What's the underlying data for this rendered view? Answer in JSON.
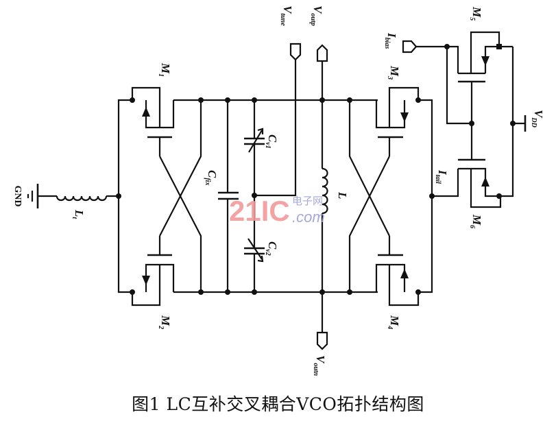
{
  "figure": {
    "caption": "图1  LC互补交叉耦合VCO拓扑结构图",
    "watermark": {
      "number": "21IC",
      "chinese": "电子网",
      "domain": ".com",
      "colors": {
        "number": "#f29a9a",
        "text": "#9aa0d8"
      }
    }
  },
  "labels": {
    "gnd": "GND",
    "lt": {
      "main": "L",
      "sub": "t"
    },
    "m1": {
      "main": "M",
      "sub": "1"
    },
    "m2": {
      "main": "M",
      "sub": "2"
    },
    "m3": {
      "main": "M",
      "sub": "3"
    },
    "m4": {
      "main": "M",
      "sub": "4"
    },
    "m5": {
      "main": "M",
      "sub": "5"
    },
    "m6": {
      "main": "M",
      "sub": "6"
    },
    "cv1": {
      "main": "C",
      "sub": "v1"
    },
    "cv2": {
      "main": "C",
      "sub": "v2"
    },
    "cfix": {
      "main": "C",
      "sub": "fix"
    },
    "l": {
      "main": "L",
      "sub": ""
    },
    "vtune": {
      "main": "V",
      "sub": "tune"
    },
    "voutp": {
      "main": "V",
      "sub": "outp"
    },
    "voutn": {
      "main": "V",
      "sub": "outn"
    },
    "ibias": {
      "main": "I",
      "sub": "bias"
    },
    "itail": {
      "main": "I",
      "sub": "tail"
    },
    "vdd": {
      "main": "V",
      "sub": "DD"
    }
  }
}
